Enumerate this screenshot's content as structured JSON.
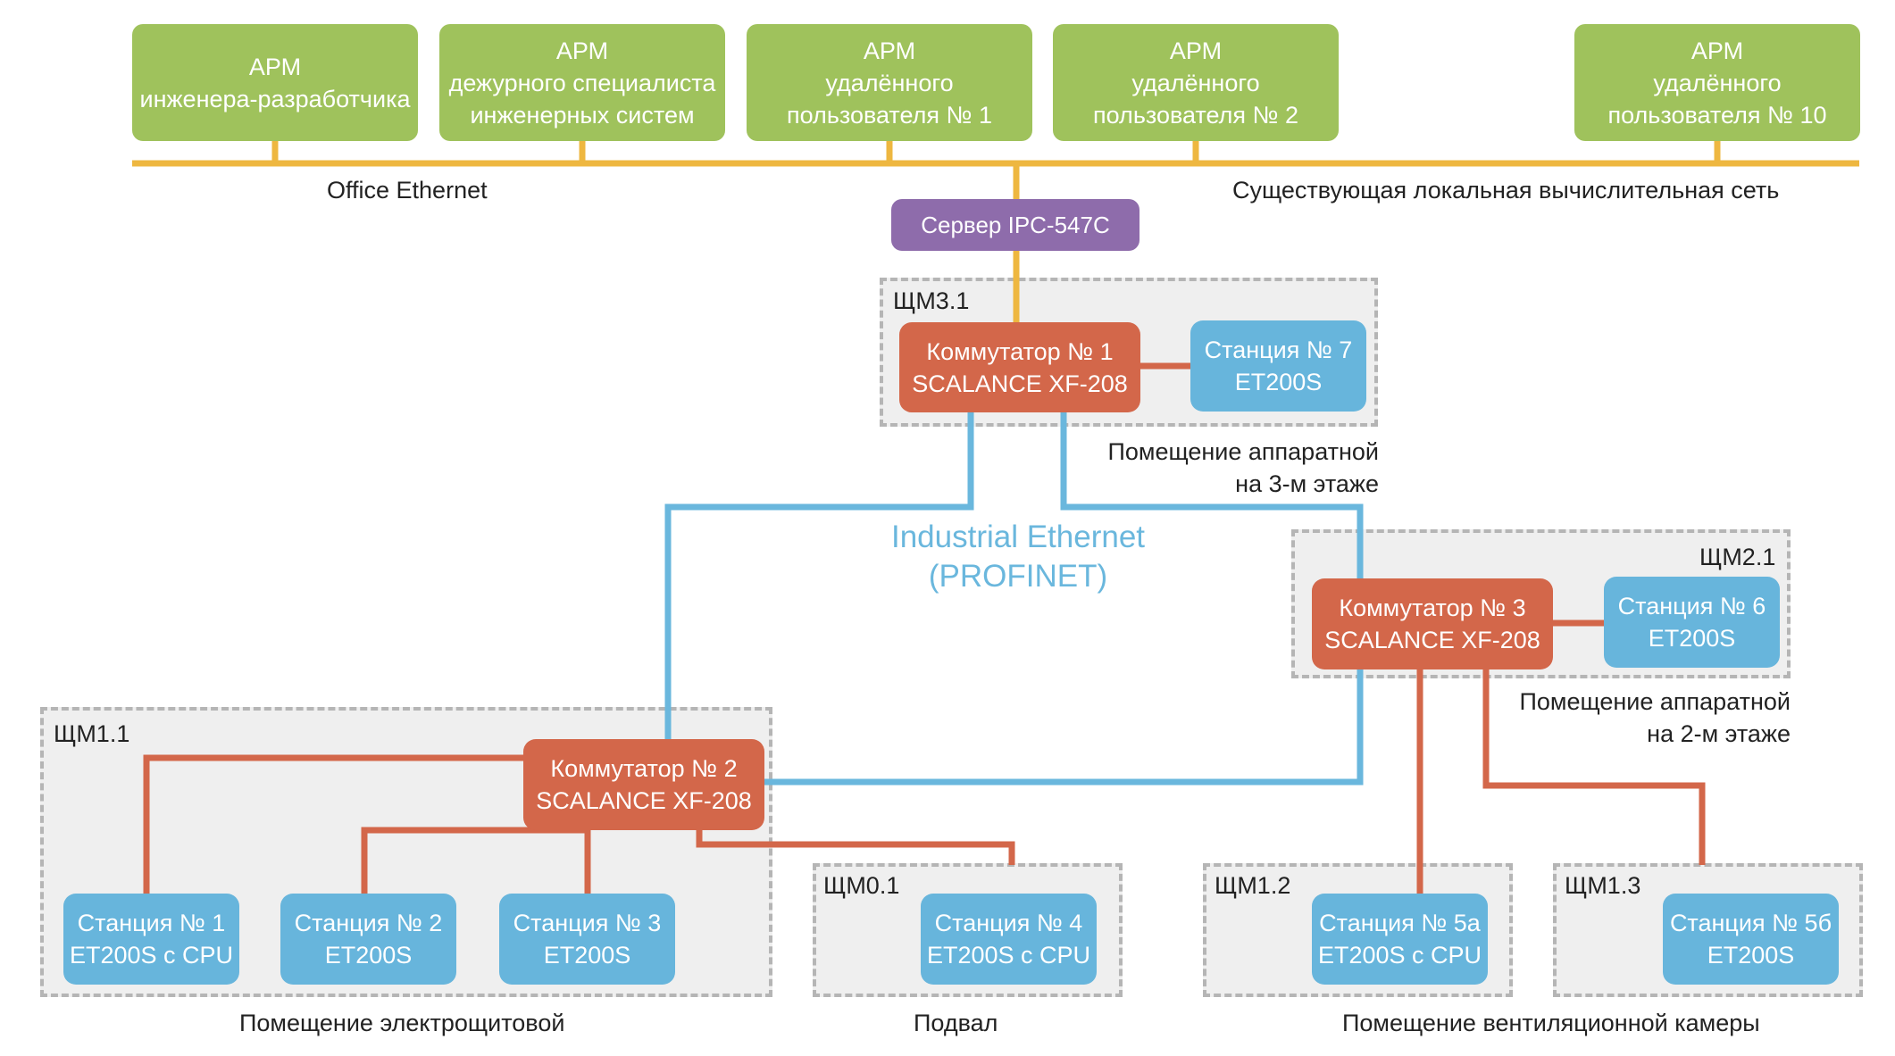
{
  "workstations": [
    {
      "lines": [
        "АРМ",
        "инженера-разработчика"
      ]
    },
    {
      "lines": [
        "АРМ",
        "дежурного специалиста",
        "инженерных систем"
      ]
    },
    {
      "lines": [
        "АРМ",
        "удалённого",
        "пользователя № 1"
      ]
    },
    {
      "lines": [
        "АРМ",
        "удалённого",
        "пользователя № 2"
      ]
    },
    {
      "lines": [
        "АРМ",
        "удалённого",
        "пользователя № 10"
      ]
    }
  ],
  "office_network": {
    "label": "Office Ethernet",
    "caption": "Существующая локальная вычислительная сеть"
  },
  "server": {
    "label": "Сервер IPC-547C"
  },
  "industrial_network": {
    "lines": [
      "Industrial Ethernet",
      "(PROFINET)"
    ]
  },
  "zones": [
    {
      "id": "shm31",
      "label": "ЩМ3.1"
    },
    {
      "id": "shm21",
      "label": "ЩМ2.1"
    },
    {
      "id": "shm11",
      "label": "ЩМ1.1"
    },
    {
      "id": "shm01",
      "label": "ЩМ0.1"
    },
    {
      "id": "shm12",
      "label": "ЩМ1.2"
    },
    {
      "id": "shm13",
      "label": "ЩМ1.3"
    }
  ],
  "switches": [
    {
      "lines": [
        "Коммутатор № 1",
        "SCALANCE XF-208"
      ]
    },
    {
      "lines": [
        "Коммутатор № 3",
        "SCALANCE XF-208"
      ]
    },
    {
      "lines": [
        "Коммутатор № 2",
        "SCALANCE XF-208"
      ]
    }
  ],
  "stations": [
    {
      "lines": [
        "Станция № 7",
        "ET200S"
      ]
    },
    {
      "lines": [
        "Станция № 6",
        "ET200S"
      ]
    },
    {
      "lines": [
        "Станция № 1",
        "ET200S с CPU"
      ]
    },
    {
      "lines": [
        "Станция № 2",
        "ET200S"
      ]
    },
    {
      "lines": [
        "Станция № 3",
        "ET200S"
      ]
    },
    {
      "lines": [
        "Станция № 4",
        "ET200S с CPU"
      ]
    },
    {
      "lines": [
        "Станция № 5а",
        "ET200S с CPU"
      ]
    },
    {
      "lines": [
        "Станция № 5б",
        "ET200S"
      ]
    }
  ],
  "rooms": [
    {
      "lines": [
        "Помещение аппаратной",
        "на 3-м этаже"
      ]
    },
    {
      "lines": [
        "Помещение аппаратной",
        "на 2-м этаже"
      ]
    },
    {
      "lines": [
        "Помещение электрощитовой"
      ]
    },
    {
      "lines": [
        "Подвал"
      ]
    },
    {
      "lines": [
        "Помещение вентиляционной камеры"
      ]
    }
  ],
  "colors": {
    "office_line": "#eeb740",
    "industrial_line": "#6ab7dd",
    "field_line": "#d3674a",
    "workstation": "#9fc25c",
    "server": "#8e6cab",
    "switch": "#d3674a",
    "station": "#67b5dc"
  }
}
